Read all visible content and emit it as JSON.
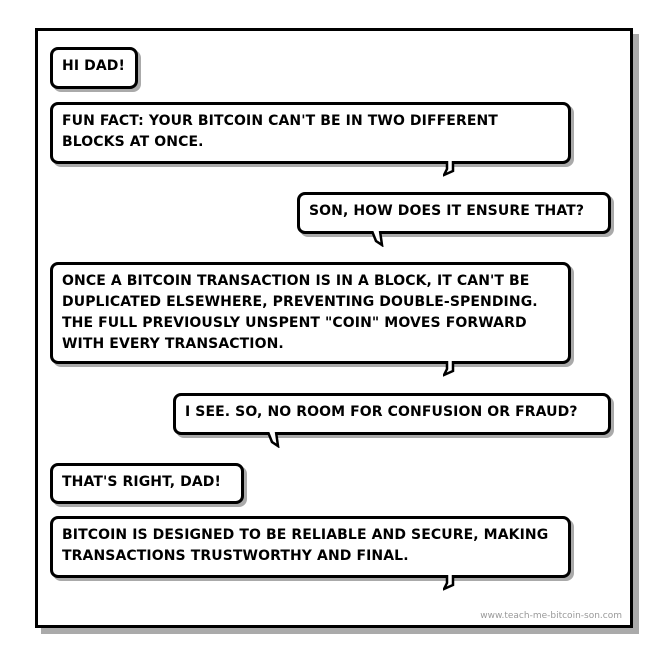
{
  "messages": [
    {
      "speaker": "son",
      "text": "HI DAD!"
    },
    {
      "speaker": "son",
      "text": "FUN FACT: YOUR BITCOIN CAN'T BE IN TWO DIFFERENT BLOCKS AT ONCE."
    },
    {
      "speaker": "dad",
      "text": "SON, HOW DOES IT ENSURE THAT?"
    },
    {
      "speaker": "son",
      "text": "ONCE A BITCOIN TRANSACTION IS IN A BLOCK, IT CAN'T BE DUPLICATED ELSEWHERE, PREVENTING DOUBLE-SPENDING. THE FULL PREVIOUSLY UNSPENT \"COIN\" MOVES FORWARD WITH EVERY TRANSACTION."
    },
    {
      "speaker": "dad",
      "text": "I SEE. SO, NO ROOM FOR CONFUSION OR FRAUD?"
    },
    {
      "speaker": "son",
      "text": "THAT'S RIGHT, DAD!"
    },
    {
      "speaker": "son",
      "text": "BITCOIN IS DESIGNED TO BE RELIABLE AND SECURE, MAKING TRANSACTIONS TRUSTWORTHY AND FINAL."
    }
  ],
  "credit": "www.teach-me-bitcoin-son.com"
}
